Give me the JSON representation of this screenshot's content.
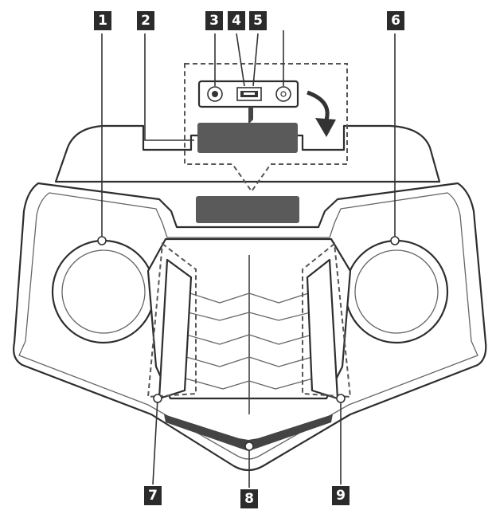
{
  "callouts": [
    {
      "number": "1",
      "name": "callout-1-left-speaker"
    },
    {
      "number": "2",
      "name": "callout-2-cover"
    },
    {
      "number": "3",
      "name": "callout-3-jack"
    },
    {
      "number": "4",
      "name": "callout-4-usb-port"
    },
    {
      "number": "5",
      "name": "callout-5-button"
    },
    {
      "number": "6",
      "name": "callout-6-right-speaker"
    },
    {
      "number": "7",
      "name": "callout-7-left-lighting"
    },
    {
      "number": "8",
      "name": "callout-8-front-lighting"
    },
    {
      "number": "9",
      "name": "callout-9-right-lighting"
    }
  ],
  "colors": {
    "callout_fill": "#2b2b2b",
    "callout_text": "#ffffff",
    "panel": "#5a5a5a",
    "outline": "#2e2e2e"
  },
  "icons": [
    "jack-icon",
    "usb-icon",
    "button-icon",
    "rotate-arrow-icon"
  ]
}
